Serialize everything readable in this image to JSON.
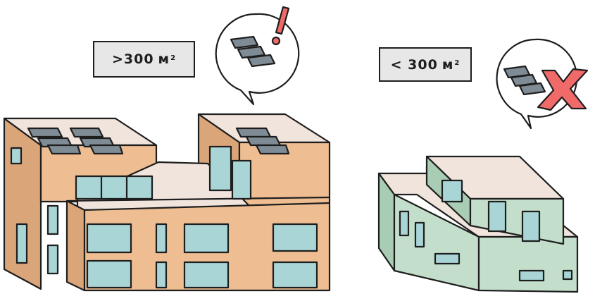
{
  "labels": {
    "large": {
      "prefix": ">300",
      "unit": "м",
      "exp": "2"
    },
    "small": {
      "prefix": "< 300",
      "unit": "м",
      "exp": "2"
    }
  },
  "icons": {
    "large_building": "solar-panels-with-exclamation",
    "small_building": "solar-panels-with-red-x"
  },
  "colors": {
    "large_building": "#eebd92",
    "small_building": "#c3dfcb",
    "roof": "#f1e4dc",
    "window": "#a9d5d6",
    "panel": "#7f8c96",
    "alert_red": "#f06a6a",
    "label_bg": "#e7e7e7"
  }
}
